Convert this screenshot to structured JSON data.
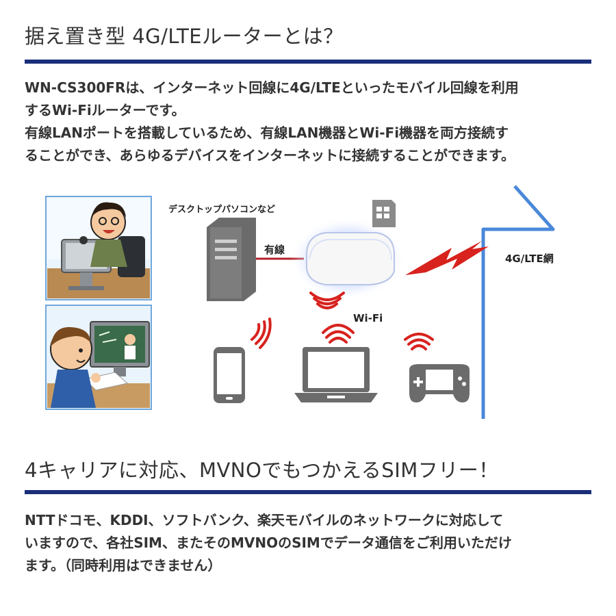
{
  "section1": {
    "title": "据え置き型 4G/LTEルーターとは？",
    "lines": [
      "WN-CS300FRは、インターネット回線に4G/LTEといったモバイル回線を利用",
      "するWi-Fiルーターです。",
      "有線LANポートを搭載しているため、有線LAN機器とWi-Fi機器を両方接続す",
      "ることができ、あらゆるデバイスをインターネットに接続することができます。"
    ]
  },
  "diagram": {
    "desktop_label": "デスクトップパソコンなど",
    "wired_label": "有線",
    "network_label": "4G/LTE網",
    "wifi_label": "Wi-Fi",
    "colors": {
      "accent_red": "#d7221e",
      "network_blue": "#4a88d9",
      "device_gray": "#6b6b6b"
    }
  },
  "section2": {
    "title": "4キャリアに対応、MVNOでもつかえるSIMフリー！",
    "lines": [
      "NTTドコモ、KDDI、ソフトバンク、楽天モバイルのネットワークに対応して",
      "いますので、各社SIM、またそのMVNOのSIMでデータ通信をご利用いただけ",
      "ます。（同時利用はできません）"
    ]
  },
  "colors": {
    "rule": "#1a2e7a",
    "text": "#333333"
  }
}
